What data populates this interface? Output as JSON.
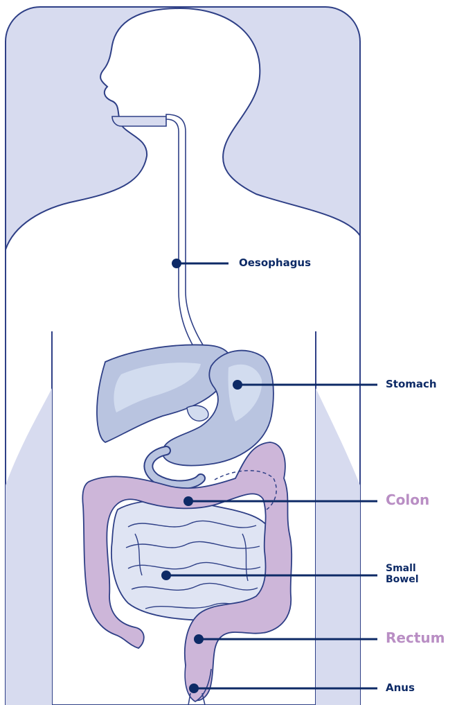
{
  "labels": {
    "oesophagus": "Oesophagus",
    "stomach": "Stomach",
    "colon": "Colon",
    "small_bowel_line1": "Small",
    "small_bowel_line2": "Bowel",
    "rectum": "Rectum",
    "anus": "Anus"
  },
  "colors": {
    "background_panel": "#d7dbef",
    "panel_outline": "#2e3f86",
    "body_fill": "#ffffff",
    "body_outline": "#2e3f86",
    "organ_blue_fill": "#b9c4e0",
    "organ_blue_light": "#d2dcef",
    "colon_fill": "#cdb6d9",
    "leader_line": "#0d2a66",
    "label_dark": "#0d2a66",
    "label_pink": "#b98ec4"
  }
}
